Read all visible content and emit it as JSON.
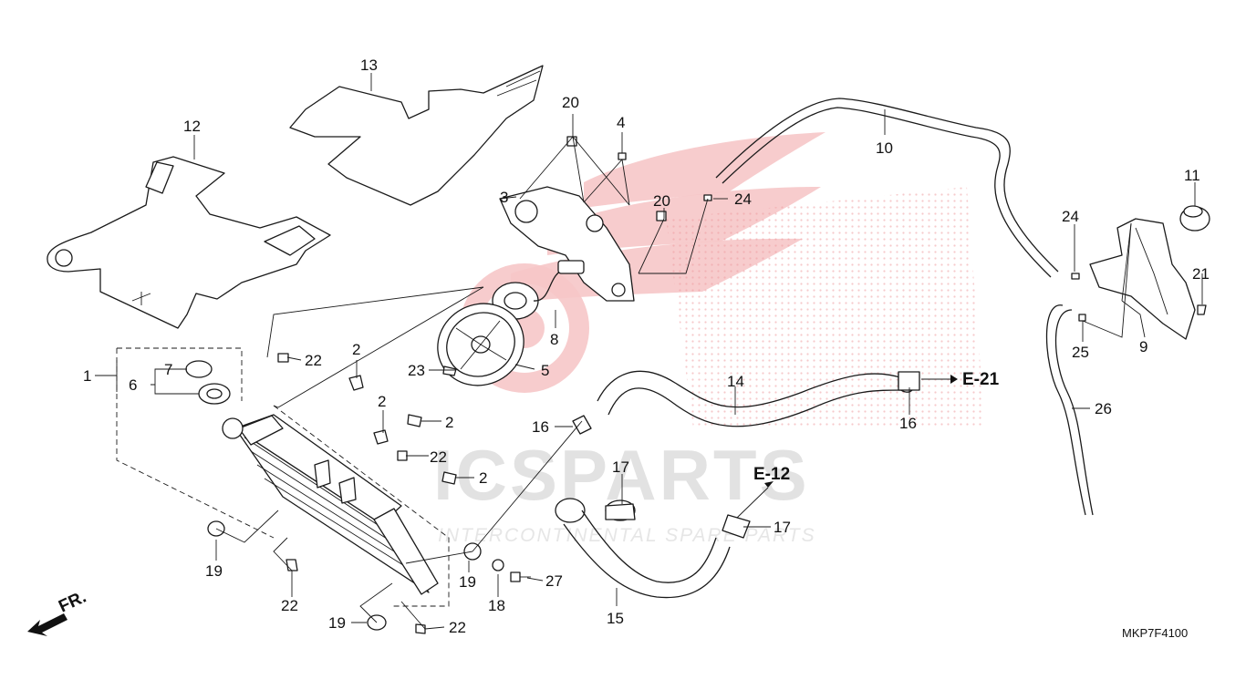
{
  "diagram": {
    "code": "MKP7F4100",
    "direction": "FR.",
    "references": {
      "e21": "E-21",
      "e12": "E-12"
    },
    "watermark": {
      "brand": "ICSPARTS",
      "tagline": "INTERCONTINENTAL SPARE PARTS",
      "color": "#e8323c"
    },
    "callouts": {
      "c1": "1",
      "c2a": "2",
      "c2b": "2",
      "c2c": "2",
      "c2d": "2",
      "c3": "3",
      "c4": "4",
      "c5": "5",
      "c6": "6",
      "c7": "7",
      "c8": "8",
      "c9": "9",
      "c10": "10",
      "c11": "11",
      "c12": "12",
      "c13": "13",
      "c14": "14",
      "c15": "15",
      "c16a": "16",
      "c16b": "16",
      "c17a": "17",
      "c17b": "17",
      "c18": "18",
      "c19a": "19",
      "c19b": "19",
      "c19c": "19",
      "c20a": "20",
      "c20b": "20",
      "c21": "21",
      "c22a": "22",
      "c22b": "22",
      "c22c": "22",
      "c22d": "22",
      "c23": "23",
      "c24a": "24",
      "c24b": "24",
      "c25": "25",
      "c26": "26",
      "c27": "27"
    }
  }
}
